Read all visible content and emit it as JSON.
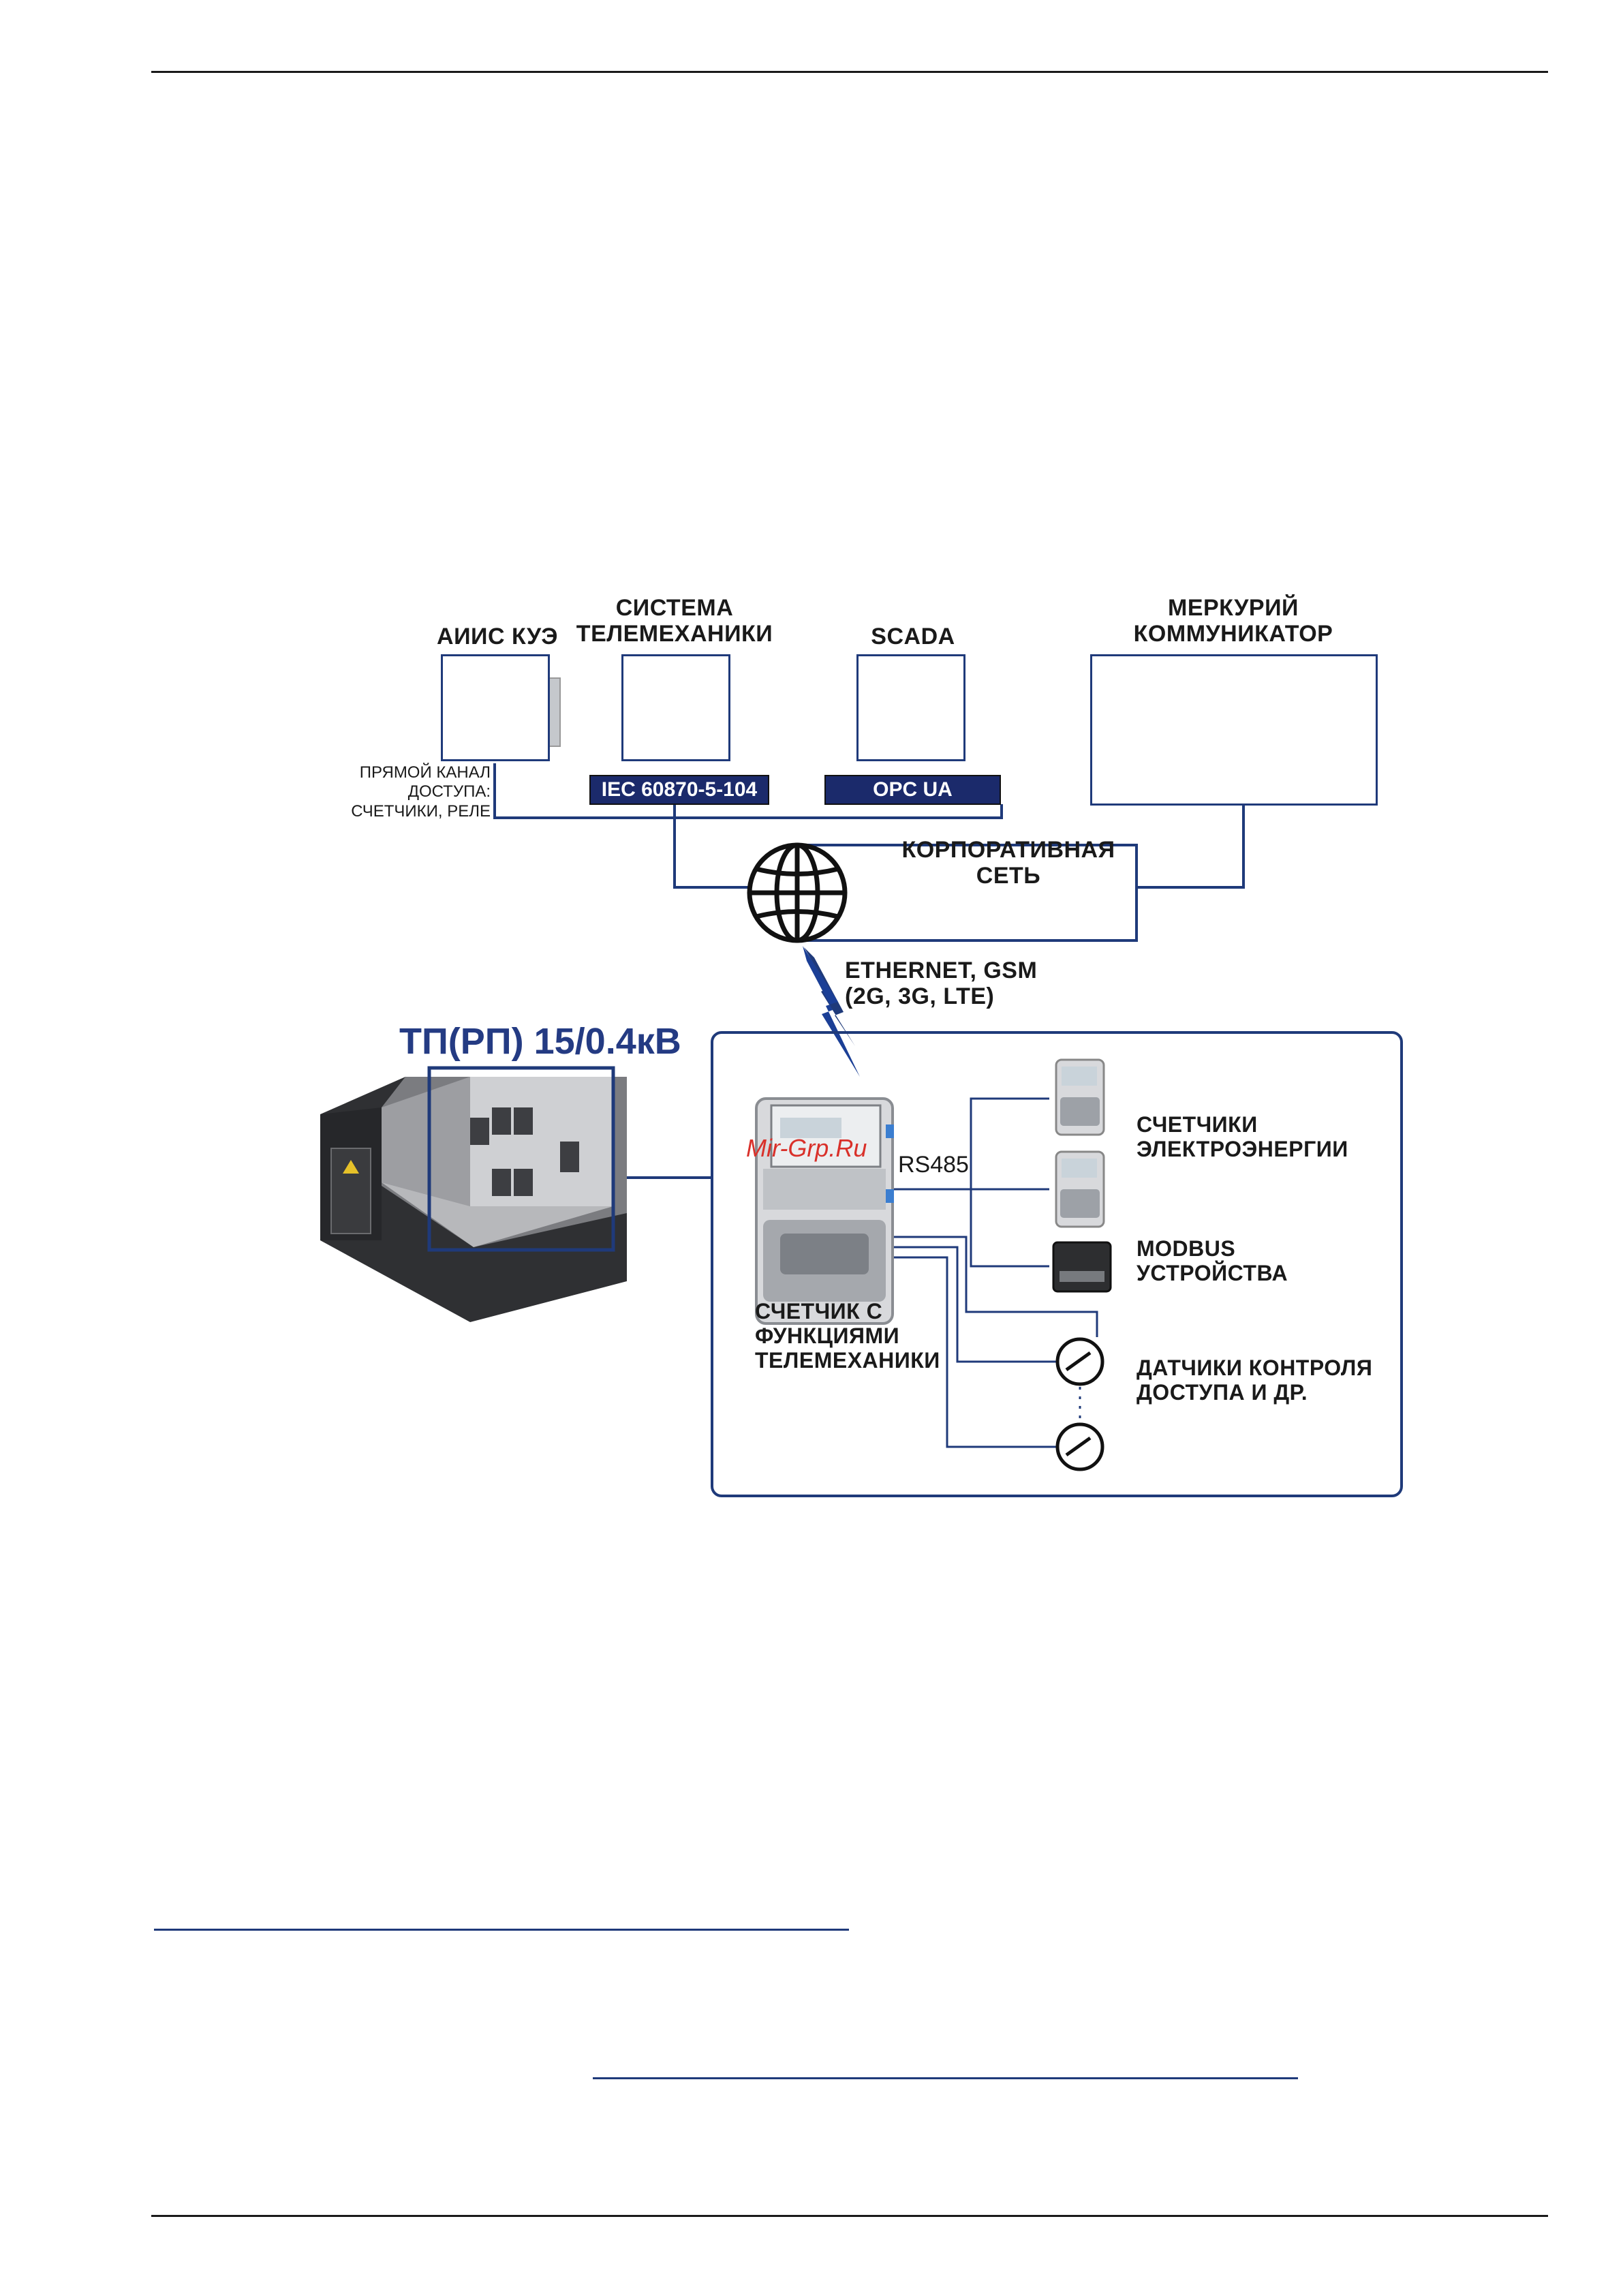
{
  "labels": {
    "aiis": "АИИС КУЭ",
    "telemech": "СИСТЕМА\nТЕЛЕМЕХАНИКИ",
    "scada": "SCADA",
    "mercury": "МЕРКУРИЙ\nКОММУНИКАТОР",
    "direct_channel": "ПРЯМОЙ КАНАЛ\nДОСТУПА:\nСЧЕТЧИКИ, РЕЛЕ",
    "corp_network": "КОРПОРАТИВНАЯ\nСЕТЬ",
    "ethernet": "ETHERNET, GSM\n(2G, 3G, LTE)",
    "substation": "ТП(РП) 15/0.4кВ",
    "rs485": "RS485",
    "meter_tm": "СЧЕТЧИК С\nФУНКЦИЯМИ\nТЕЛЕМЕХАНИКИ",
    "energy_meters": "СЧЕТЧИКИ\nЭЛЕКТРОЭНЕРГИИ",
    "modbus": "MODBUS\nУСТРОЙСТВА",
    "sensors": "ДАТЧИКИ КОНТРОЛЯ\nДОСТУПА И ДР.",
    "watermark": "Mir-Grp.Ru"
  },
  "protocols": {
    "iec": "IEC 60870-5-104",
    "opc": "OPC UA"
  },
  "colors": {
    "accent_blue": "#1f3a7a",
    "tag_navy": "#1b2a6b",
    "title_blue": "#243b83",
    "watermark_red": "#d9302a"
  },
  "icons": [
    "server-icon",
    "globe-icon",
    "laptop-icon",
    "meter-icon",
    "switch-icon",
    "lightning-icon",
    "substation-icon"
  ]
}
